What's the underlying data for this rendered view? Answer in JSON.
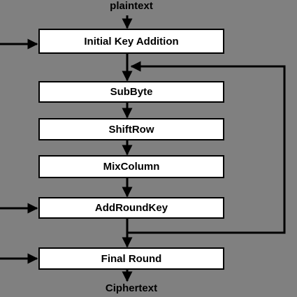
{
  "diagram": {
    "input_label": "plaintext",
    "output_label": "Ciphertext",
    "steps": [
      "Initial Key Addition",
      "SubByte",
      "ShiftRow",
      "MixColumn",
      "AddRoundKey",
      "Final Round"
    ]
  },
  "colors": {
    "background": "#808080",
    "box_fill": "#ffffff",
    "line": "#000000"
  }
}
